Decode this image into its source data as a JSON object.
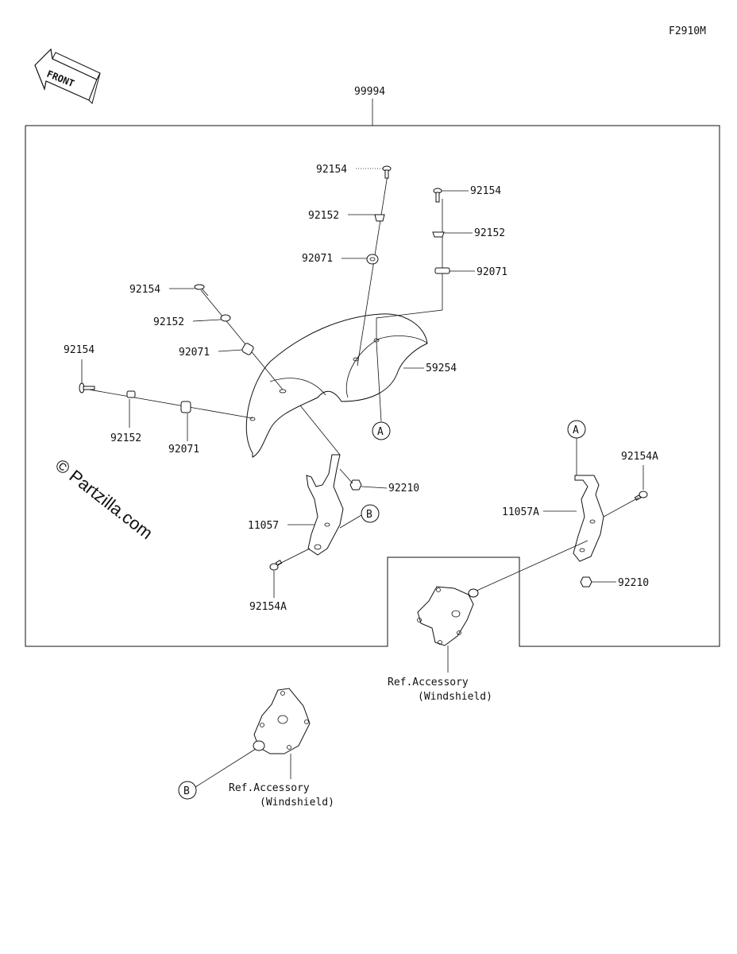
{
  "figure_code": "F2910M",
  "front_arrow_label": "FRONT",
  "watermark": "© Partzilla.com",
  "callouts": {
    "kit": "99994",
    "windshield": "59254",
    "bracket_left": "11057",
    "bracket_right": "11057A",
    "bolt_a_left": "92154A",
    "bolt_a_right": "92154A",
    "nut_left": "92210",
    "nut_right": "92210",
    "bolt_top_center": "92154",
    "bolt_top_right": "92154",
    "bolt_mid_left": "92154",
    "bolt_far_left": "92154",
    "washer_top_center": "92152",
    "washer_top_right": "92152",
    "washer_mid_left": "92152",
    "washer_far_left": "92152",
    "grommet_top_center": "92071",
    "grommet_top_right": "92071",
    "grommet_mid_left": "92071",
    "grommet_far_left": "92071"
  },
  "reference_marks": {
    "a1": "A",
    "a2": "A",
    "b1": "B",
    "b2": "B"
  },
  "ref_accessory": {
    "line1": "Ref.Accessory",
    "line2": "(Windshield)"
  }
}
